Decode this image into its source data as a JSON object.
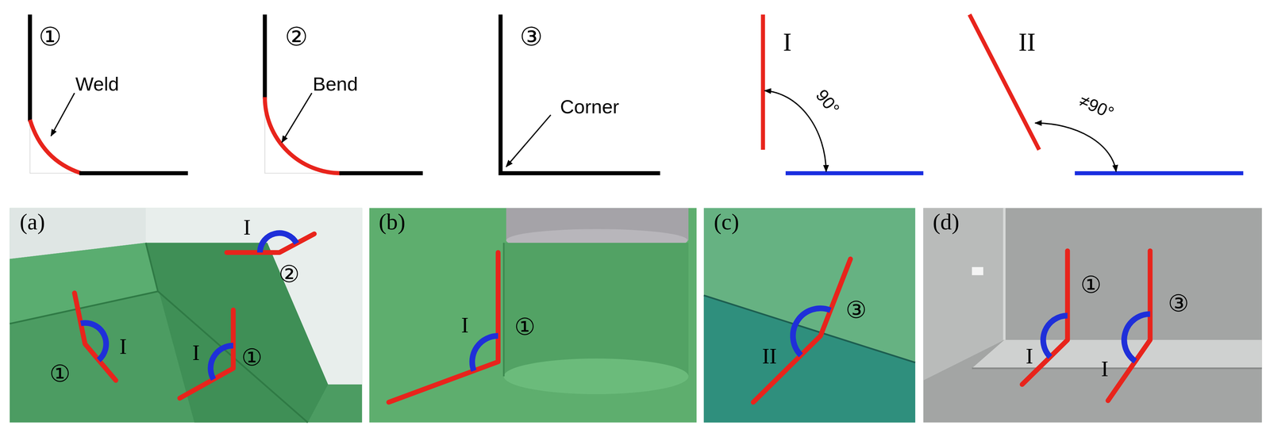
{
  "diagram": {
    "labels": [
      "①",
      "Weld",
      "②",
      "Bend",
      "③",
      "Corner",
      "I",
      "90°",
      "II",
      "≠90°",
      "(a)",
      "I",
      "②",
      "①",
      "I",
      "I",
      "①",
      "(b)",
      "I",
      "①",
      "(c)",
      "③",
      "II",
      "(d)",
      "①",
      "I",
      "③",
      "I"
    ]
  }
}
